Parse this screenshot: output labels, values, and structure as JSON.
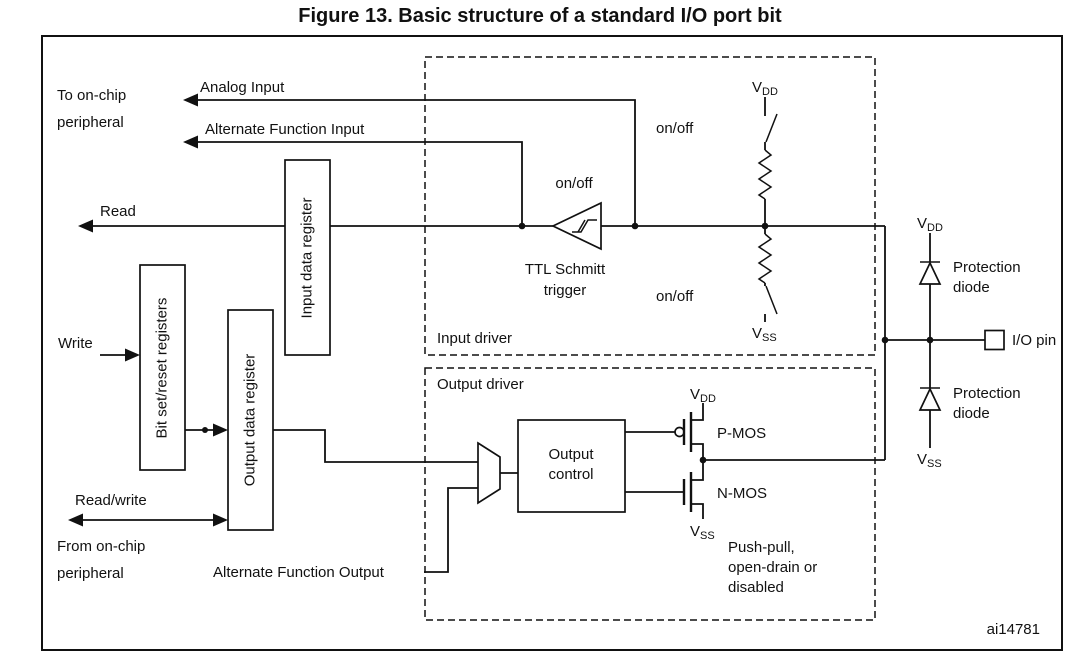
{
  "title": "Figure 13. Basic structure of a standard I/O port bit",
  "figure_id": "ai14781",
  "left_labels": {
    "to_onchip_1": "To on-chip",
    "to_onchip_2": "peripheral",
    "analog_input": "Analog Input",
    "alternate_function_input": "Alternate Function Input",
    "read": "Read",
    "write": "Write",
    "read_write": "Read/write",
    "from_onchip_1": "From on-chip",
    "from_onchip_2": "peripheral",
    "alternate_function_output": "Alternate Function Output"
  },
  "registers": {
    "bit_set_reset": "Bit set/reset registers",
    "input_data": "Input data register",
    "output_data": "Output data register"
  },
  "input_driver": {
    "label": "Input driver",
    "on_off_trigger": "on/off",
    "on_off_pullup": "on/off",
    "on_off_pulldown": "on/off",
    "ttl_1": "TTL Schmitt",
    "ttl_2": "trigger"
  },
  "output_driver": {
    "label": "Output driver",
    "output_control_1": "Output",
    "output_control_2": "control",
    "pmos": "P-MOS",
    "nmos": "N-MOS",
    "mode_1": "Push-pull,",
    "mode_2": "open-drain or",
    "mode_3": "disabled"
  },
  "right_side": {
    "protection_top_1": "Protection",
    "protection_top_2": "diode",
    "protection_bottom_1": "Protection",
    "protection_bottom_2": "diode",
    "io_pin": "I/O pin"
  },
  "power": {
    "v": "V",
    "dd": "DD",
    "ss": "SS"
  },
  "colors": {
    "line": "#111111",
    "background": "#ffffff"
  }
}
